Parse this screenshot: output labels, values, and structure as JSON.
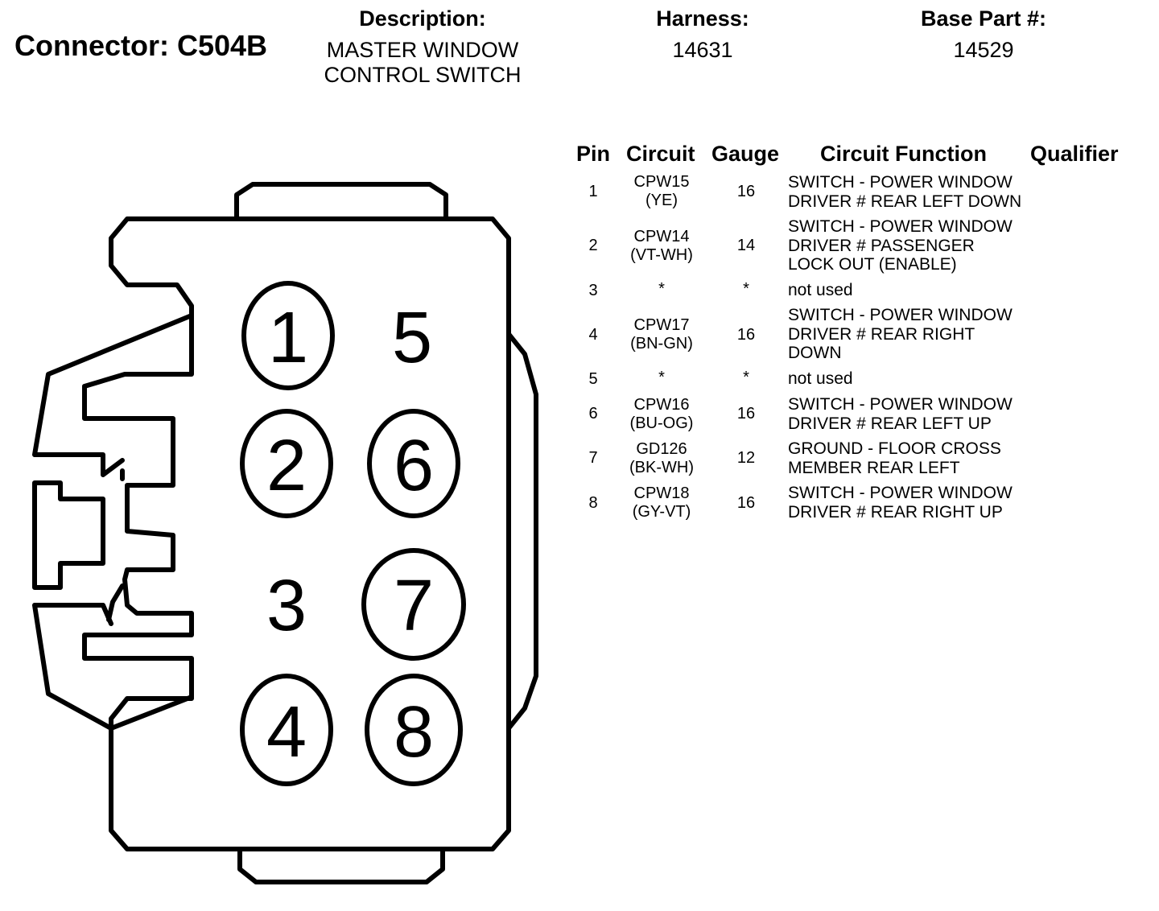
{
  "connector": {
    "label": "Connector: C504B"
  },
  "description": {
    "label": "Description:",
    "value": "MASTER WINDOW\nCONTROL SWITCH"
  },
  "harness": {
    "label": "Harness:",
    "value": "14631"
  },
  "base_part": {
    "label": "Base Part #:",
    "value": "14529"
  },
  "table": {
    "headers": {
      "pin": "Pin",
      "circuit": "Circuit",
      "gauge": "Gauge",
      "function": "Circuit Function",
      "qualifier": "Qualifier"
    },
    "rows": [
      {
        "pin": "1",
        "circuit": "CPW15\n(YE)",
        "gauge": "16",
        "function": "SWITCH - POWER WINDOW\nDRIVER # REAR LEFT DOWN",
        "qualifier": ""
      },
      {
        "pin": "2",
        "circuit": "CPW14\n(VT-WH)",
        "gauge": "14",
        "function": "SWITCH - POWER WINDOW\nDRIVER # PASSENGER\nLOCK OUT (ENABLE)",
        "qualifier": ""
      },
      {
        "pin": "3",
        "circuit": "*",
        "gauge": "*",
        "function": "not used",
        "qualifier": ""
      },
      {
        "pin": "4",
        "circuit": "CPW17\n(BN-GN)",
        "gauge": "16",
        "function": "SWITCH - POWER WINDOW\nDRIVER # REAR RIGHT\nDOWN",
        "qualifier": ""
      },
      {
        "pin": "5",
        "circuit": "*",
        "gauge": "*",
        "function": "not used",
        "qualifier": ""
      },
      {
        "pin": "6",
        "circuit": "CPW16\n(BU-OG)",
        "gauge": "16",
        "function": "SWITCH - POWER WINDOW\nDRIVER # REAR LEFT UP",
        "qualifier": ""
      },
      {
        "pin": "7",
        "circuit": "GD126\n(BK-WH)",
        "gauge": "12",
        "function": "GROUND - FLOOR CROSS\nMEMBER REAR LEFT",
        "qualifier": ""
      },
      {
        "pin": "8",
        "circuit": "CPW18\n(GY-VT)",
        "gauge": "16",
        "function": "SWITCH - POWER WINDOW\nDRIVER # REAR RIGHT UP",
        "qualifier": ""
      }
    ]
  },
  "diagram": {
    "cavities": [
      {
        "label": "1",
        "circled": true
      },
      {
        "label": "5",
        "circled": false
      },
      {
        "label": "2",
        "circled": true
      },
      {
        "label": "6",
        "circled": true
      },
      {
        "label": "3",
        "circled": false
      },
      {
        "label": "7",
        "circled": true
      },
      {
        "label": "4",
        "circled": true
      },
      {
        "label": "8",
        "circled": true
      }
    ]
  }
}
